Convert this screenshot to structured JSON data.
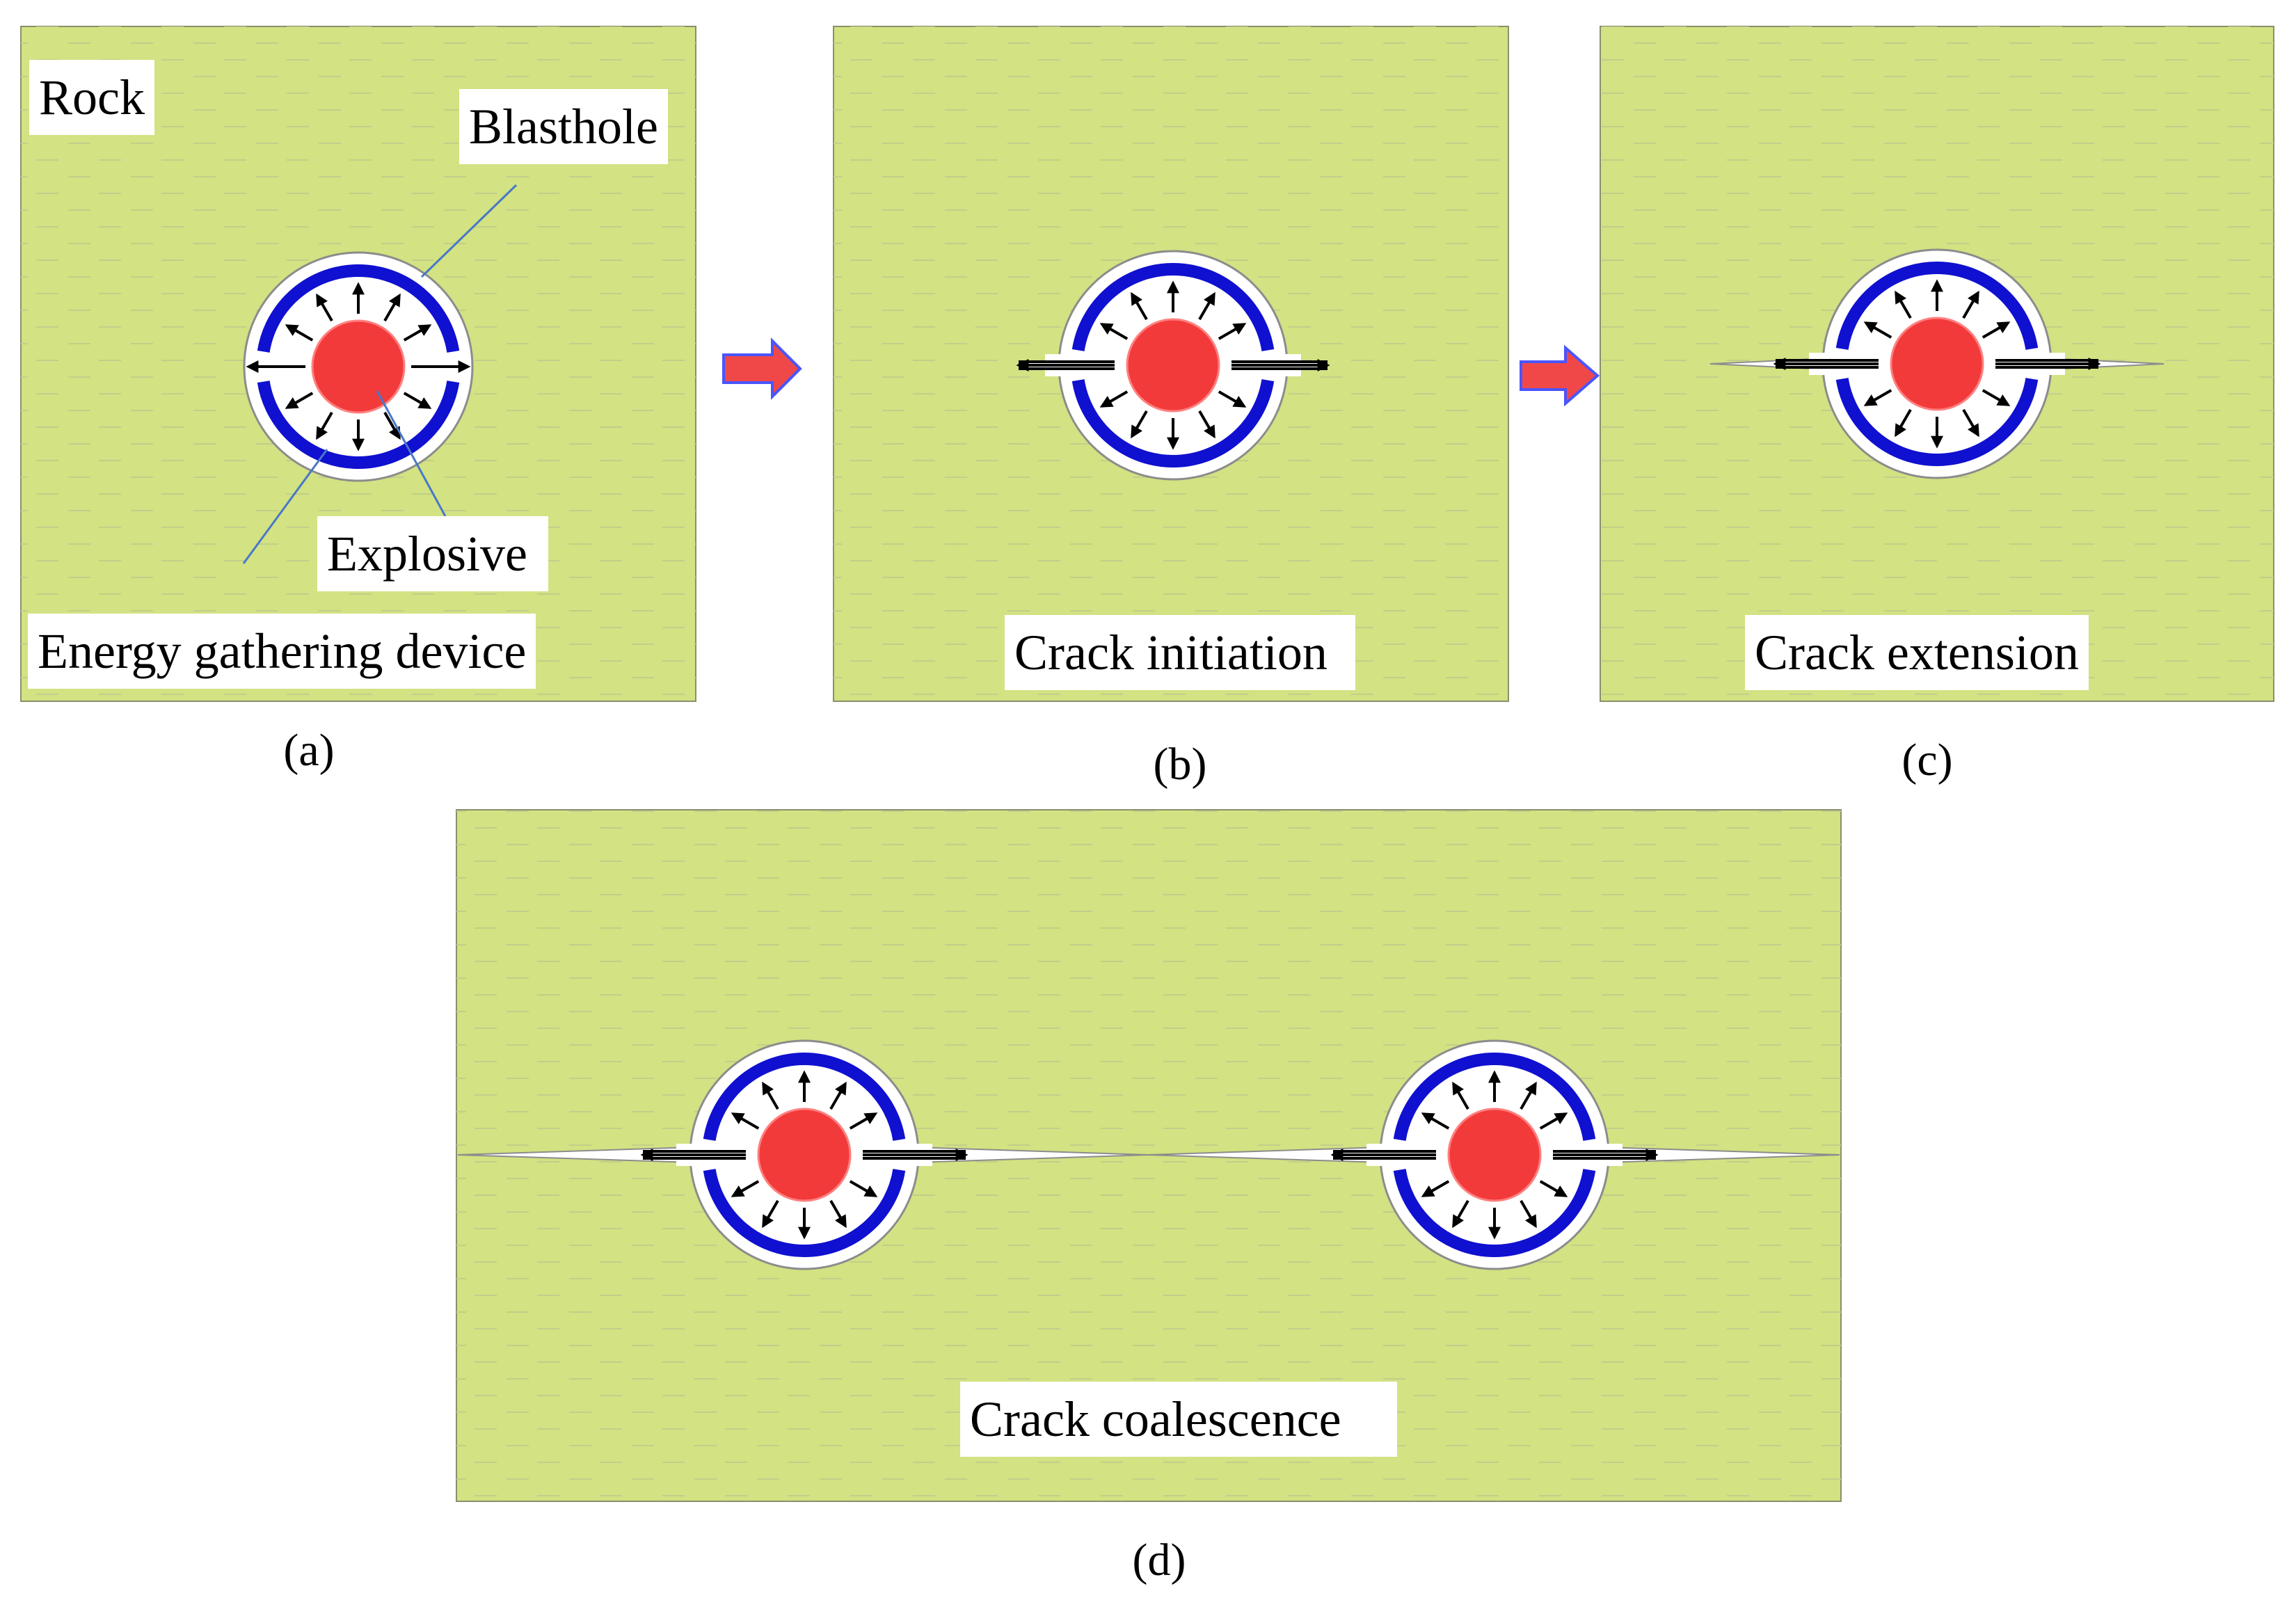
{
  "colors": {
    "rock": "#d3e282",
    "rock_border": "#8a8f6c",
    "texture": "#c0cf8a",
    "device": "#1010d0",
    "explosive": "#f23a3a",
    "explosive_stroke": "#ff8080",
    "arrow": "#000000",
    "hole": "#ffffff",
    "hole_stroke": "#8c8c8c",
    "leader": "#4878c8",
    "transition_arrow": "#f04848",
    "transition_arrow_stroke": "#4a55ff"
  },
  "panel_a": {
    "rock_label": "Rock",
    "blasthole_label": "Blasthole",
    "explosive_label": "Explosive",
    "device_label": "Energy gathering device",
    "caption": "(a)"
  },
  "panel_b": {
    "stage_label": "Crack initiation",
    "caption": "(b)"
  },
  "panel_c": {
    "stage_label": "Crack extension",
    "caption": "(c)"
  },
  "panel_d": {
    "stage_label": "Crack coalescence",
    "caption": "(d)"
  },
  "icons": {
    "blasthole": "circle-with-radial-arrows-icon",
    "transition": "right-arrow-icon"
  }
}
